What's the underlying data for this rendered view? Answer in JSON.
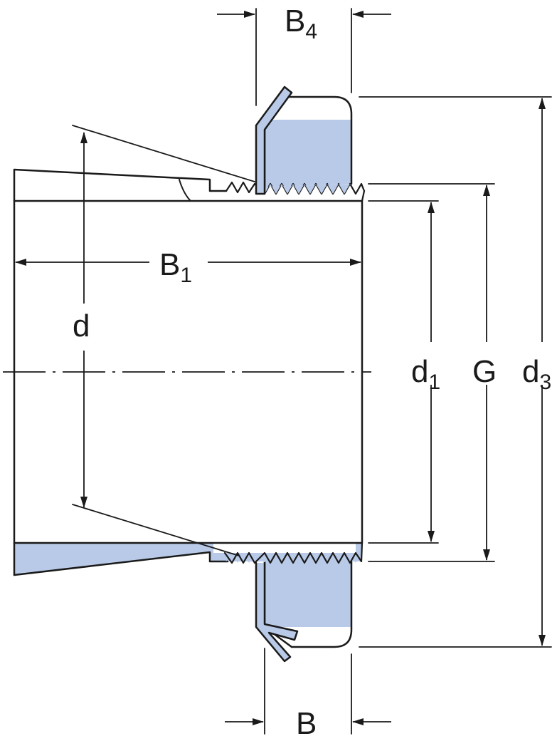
{
  "colors": {
    "ink": "#1a1a1a",
    "fill": "#b9cae8",
    "background": "#ffffff"
  },
  "labels": {
    "b4": {
      "main": "B",
      "sub": "4"
    },
    "b1": {
      "main": "B",
      "sub": "1"
    },
    "d": {
      "main": "d"
    },
    "d1": {
      "main": "d",
      "sub": "1"
    },
    "g": {
      "main": "G"
    },
    "d3": {
      "main": "d",
      "sub": "3"
    },
    "b": {
      "main": "B"
    }
  }
}
